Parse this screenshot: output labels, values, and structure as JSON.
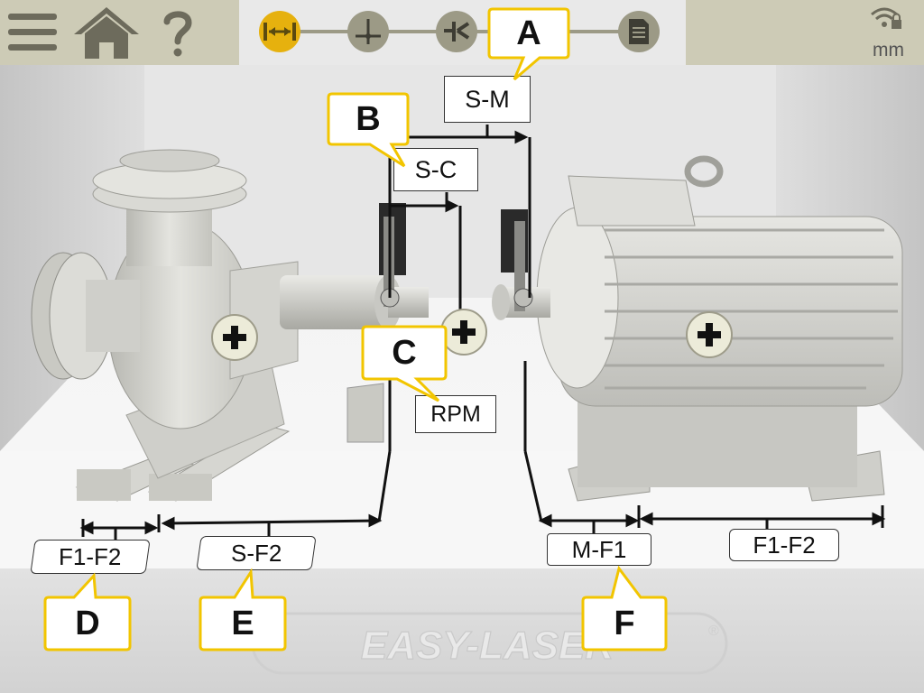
{
  "toolbar": {
    "menu_icon": "hamburger-menu-icon",
    "home_icon": "home-icon",
    "help_icon": "question-mark-icon",
    "steps": [
      {
        "icon": "distance-arrows-icon",
        "active": true
      },
      {
        "icon": "crosshair-icon",
        "active": false
      },
      {
        "icon": "measure-icon",
        "active": false
      },
      {
        "icon": "report-icon",
        "active": false
      }
    ],
    "wifi_icon": "wifi-locked-icon",
    "unit": "mm"
  },
  "callouts": {
    "a": "A",
    "b": "B",
    "c": "C",
    "d": "D",
    "e": "E",
    "f": "F"
  },
  "measurements": {
    "s_m": "S-M",
    "s_c": "S-C",
    "rpm": "RPM",
    "f1_f2_left": "F1-F2",
    "s_f2": "S-F2",
    "m_f1": "M-F1",
    "f1_f2_right": "F1-F2"
  },
  "logo": {
    "text": "EASY-LASER",
    "mark": "®"
  },
  "colors": {
    "accent": "#e6b10e",
    "toolbar": "#cdcbb6",
    "callout_fill": "#ffffff",
    "callout_border": "#f2c500"
  }
}
